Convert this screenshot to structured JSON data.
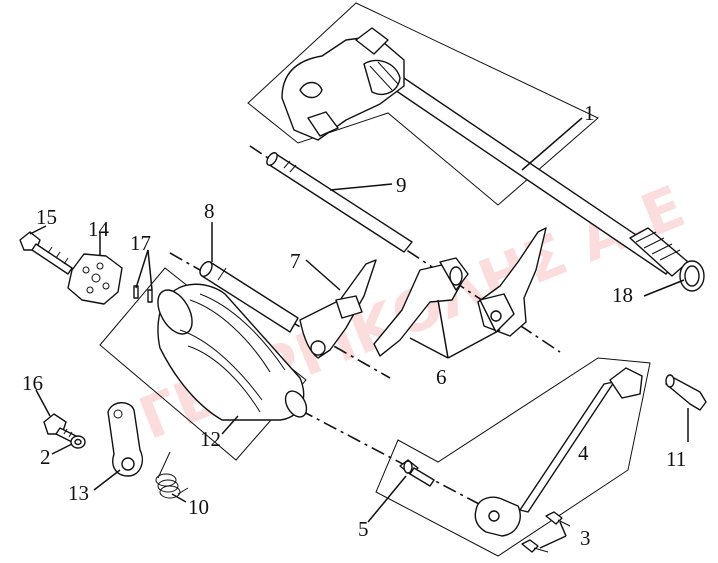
{
  "watermark": {
    "text": "ΓΕΩΡΓΙΚΟΛΗΣ Α.Ε",
    "color": "#ef2a2a"
  },
  "callouts": [
    {
      "id": "p1",
      "number": "1"
    },
    {
      "id": "p2",
      "number": "2"
    },
    {
      "id": "p3",
      "number": "3"
    },
    {
      "id": "p4",
      "number": "4"
    },
    {
      "id": "p5",
      "number": "5"
    },
    {
      "id": "p6",
      "number": "6"
    },
    {
      "id": "p7",
      "number": "7"
    },
    {
      "id": "p8",
      "number": "8"
    },
    {
      "id": "p9",
      "number": "9"
    },
    {
      "id": "p10",
      "number": "10"
    },
    {
      "id": "p11",
      "number": "11"
    },
    {
      "id": "p12",
      "number": "12"
    },
    {
      "id": "p13",
      "number": "13"
    },
    {
      "id": "p14",
      "number": "14"
    },
    {
      "id": "p15",
      "number": "15"
    },
    {
      "id": "p16",
      "number": "16"
    },
    {
      "id": "p17",
      "number": "17"
    },
    {
      "id": "p18",
      "number": "18"
    }
  ]
}
